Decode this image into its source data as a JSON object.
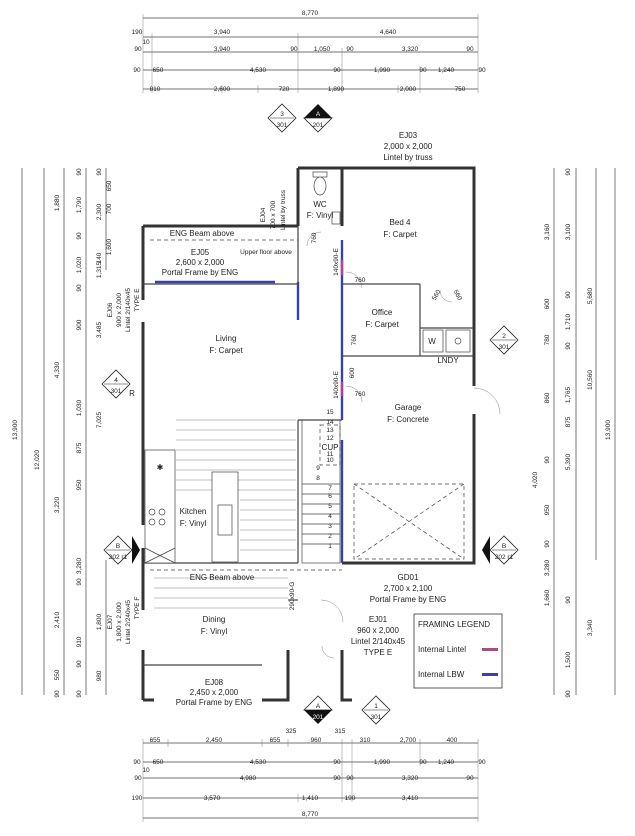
{
  "dimensions": {
    "top": {
      "r1": [
        "8,770"
      ],
      "r2": [
        "190",
        "3,940",
        "4,640"
      ],
      "r3": [
        "10",
        "90",
        "3,940",
        "90",
        "1,050",
        "90",
        "3,320",
        "90"
      ],
      "r4": [
        "90",
        "650",
        "4,530",
        "90",
        "1,990",
        "90",
        "1,240",
        "90"
      ],
      "r5": [
        "810",
        "2,600",
        "720",
        "1,890",
        "2,000",
        "750"
      ]
    },
    "bottom": {
      "r1": [
        "655",
        "2,450",
        "655",
        "325",
        "960",
        "315",
        "310",
        "2,700",
        "400"
      ],
      "r2": [
        "90",
        "650",
        "4,530",
        "90",
        "1,990",
        "90",
        "1,240",
        "90"
      ],
      "r3": [
        "10",
        "90",
        "4,980",
        "90",
        "90",
        "3,320",
        "90"
      ],
      "r4": [
        "190",
        "3,570",
        "1,410",
        "190",
        "3,410"
      ],
      "r5": [
        "8,770"
      ]
    },
    "left": {
      "c1": [
        "13,900"
      ],
      "c2": [
        "12,020"
      ],
      "c3": [
        "1,880",
        "4,330",
        "3,220",
        "2,410",
        "550",
        "90"
      ],
      "c4": [
        "90",
        "1,790",
        "90",
        "1,020",
        "90",
        "900",
        "1,030",
        "875",
        "950",
        "3,280",
        "90",
        "910",
        "90",
        "90"
      ],
      "c5": [
        "90",
        "2,300",
        "140",
        "1,315",
        "3,485",
        "7,025",
        "1,800",
        "980"
      ],
      "c6": [
        "650",
        "700",
        "1,600"
      ]
    },
    "right": {
      "c1": [
        "10,560"
      ],
      "c2": [
        "13,900"
      ],
      "c3": [
        "90",
        "3,100",
        "90",
        "1,710",
        "90",
        "1,765",
        "875",
        "5,390",
        "90",
        "3,340"
      ],
      "c4": [
        "3,160",
        "600",
        "780",
        "860",
        "90",
        "950",
        "4,020",
        "90",
        "1,660",
        "1,500",
        "90"
      ],
      "c5": [
        "5,680",
        "3,280"
      ]
    }
  },
  "rooms": {
    "wc": {
      "name": "WC",
      "finish": "F: Vinyl"
    },
    "bed4": {
      "name": "Bed 4",
      "finish": "F: Carpet"
    },
    "office": {
      "name": "Office",
      "finish": "F: Carpet"
    },
    "lndy": {
      "name": "LNDY"
    },
    "w": {
      "name": "W"
    },
    "living": {
      "name": "Living",
      "finish": "F: Carpet"
    },
    "garage": {
      "name": "Garage",
      "finish": "F: Concrete"
    },
    "cup": {
      "name": "CUP"
    },
    "kitchen": {
      "name": "Kitchen",
      "finish": "F: Vinyl"
    },
    "dining": {
      "name": "Dining",
      "finish": "F: Vinyl"
    }
  },
  "openings": {
    "ej03": {
      "id": "EJ03",
      "size": "2,000 x 2,000",
      "note": "Lintel by truss"
    },
    "ej04": {
      "id": "EJ04",
      "size": "700 x 700",
      "note": "Lintel by truss"
    },
    "ej05": {
      "id": "EJ05",
      "size": "2,600 x 2,000",
      "note": "Portal Frame by ENG"
    },
    "ej06": {
      "id": "EJ06",
      "size": "900 x 2,000",
      "note": "Lintel 2/140x45",
      "type": "TYPE E"
    },
    "ej07": {
      "id": "EJ07",
      "size": "1,800 x 2,000",
      "note": "Lintel 2/240x45",
      "type": "TYPE F"
    },
    "ej08": {
      "id": "EJ08",
      "size": "2,450 x 2,000",
      "note": "Portal Frame by ENG"
    },
    "gd01": {
      "id": "GD01",
      "size": "2,700 x 2,100",
      "note": "Portal Frame by ENG"
    },
    "ej01": {
      "id": "EJ01",
      "size": "960 x 2,000",
      "note": "Lintel 2/140x45",
      "type": "TYPE E"
    }
  },
  "annotations": {
    "eng_beam_top": "ENG Beam above",
    "eng_beam_bottom": "ENG Beam above",
    "upper_floor": "Upper floor above",
    "door760_a": "760",
    "door760_b": "760",
    "door760_c": "760",
    "door760_d": "760",
    "door560": "560",
    "door560b": "560",
    "door600": "600",
    "wall_a": "140x90-E",
    "wall_b": "140x90-E",
    "wall_c": "290x90-G",
    "r_mark": "R",
    "star": "✱"
  },
  "stairs": [
    "1",
    "2",
    "3",
    "4",
    "5",
    "6",
    "7",
    "8",
    "9",
    "10",
    "11",
    "12",
    "13",
    "14",
    "15"
  ],
  "section_markers": [
    {
      "top": "3",
      "bottom": "301"
    },
    {
      "top": "A",
      "bottom": "201"
    },
    {
      "top": "2",
      "bottom": "301"
    },
    {
      "top": "4",
      "bottom": "301"
    },
    {
      "top": "B",
      "bottom": "202 r1"
    },
    {
      "top": "B",
      "bottom": "202 r1"
    },
    {
      "top": "A",
      "bottom": "201"
    },
    {
      "top": "1",
      "bottom": "301"
    }
  ],
  "legend": {
    "title": "FRAMING LEGEND",
    "items": [
      {
        "label": "Internal Lintel",
        "color": "#b0478c"
      },
      {
        "label": "Internal LBW",
        "color": "#3b3fa8"
      }
    ]
  }
}
